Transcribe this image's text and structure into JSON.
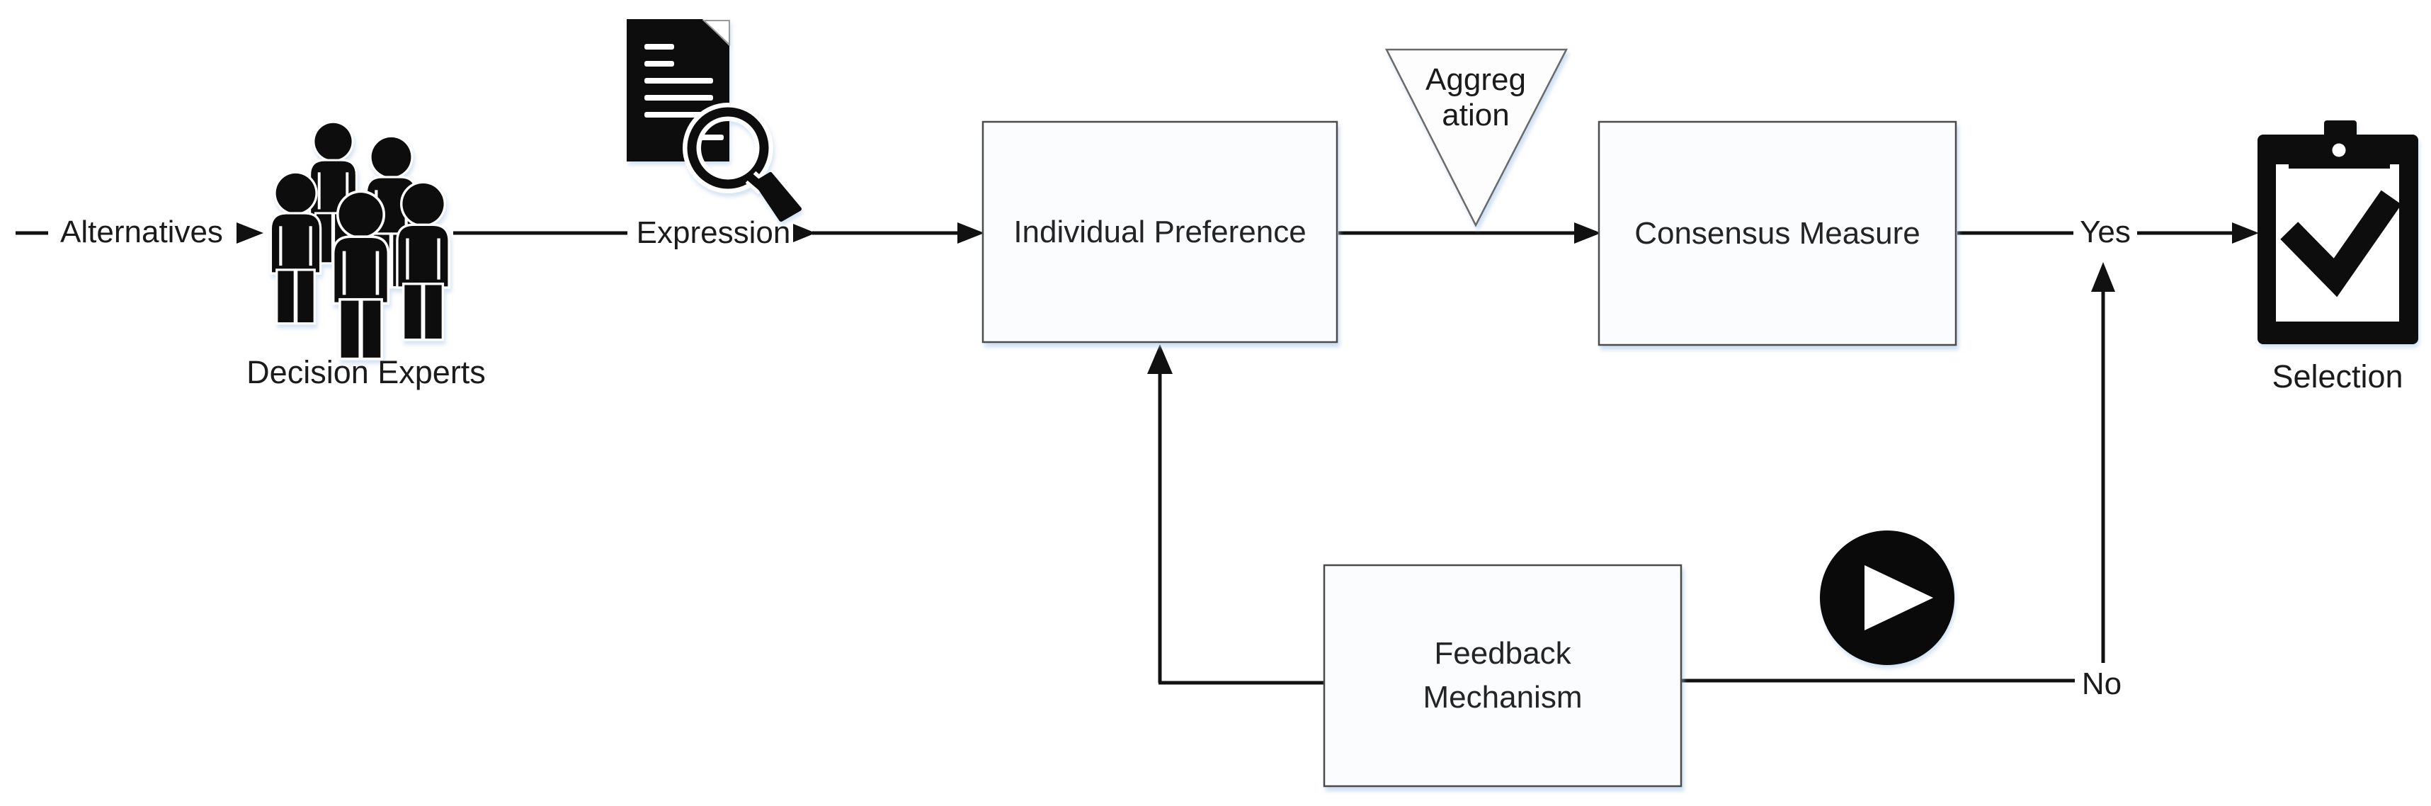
{
  "colors": {
    "flow_line": "#111111",
    "box_fill": "#fbfcfe",
    "box_border": "#4b4b4b",
    "triangle_border": "#6a6a6a",
    "icon_black": "#0d0d0d",
    "shadow_tint": "#a8c6e9",
    "text": "#1b1b1b"
  },
  "edge_labels": {
    "alternatives": "Alternatives",
    "expression": "Expression",
    "yes": "Yes",
    "no": "No"
  },
  "nodes": {
    "decision_experts": {
      "label": "Decision Experts",
      "icon": "people-group"
    },
    "expression_document": {
      "icon": "document-with-magnifier"
    },
    "individual_preference": {
      "label": "Individual Preference"
    },
    "aggregation": {
      "label_line1": "Aggreg",
      "label_line2": "ation"
    },
    "consensus_measure": {
      "label": "Consensus Measure"
    },
    "selection": {
      "label": "Selection",
      "icon": "clipboard-checkmark"
    },
    "feedback_mechanism": {
      "label_line1": "Feedback",
      "label_line2": "Mechanism"
    },
    "proceed": {
      "icon": "play-button"
    }
  }
}
